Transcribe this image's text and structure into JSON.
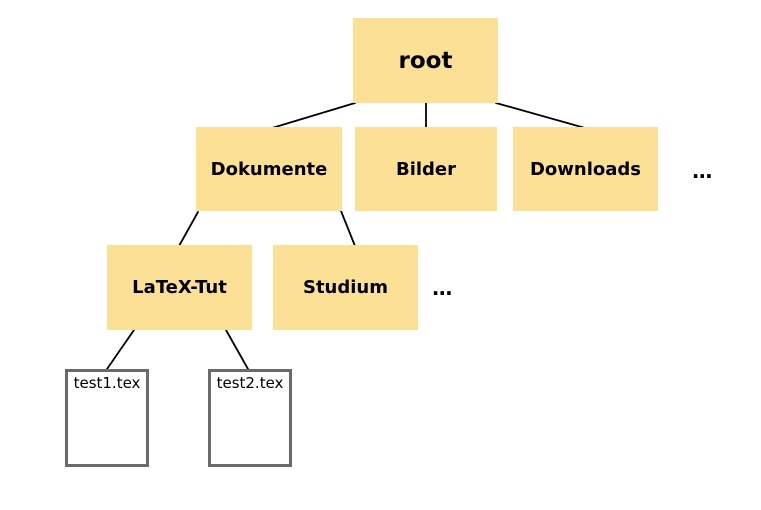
{
  "tree": {
    "root": {
      "label": "root"
    },
    "level1": {
      "nodes": [
        {
          "label": "Dokumente"
        },
        {
          "label": "Bilder"
        },
        {
          "label": "Downloads"
        }
      ],
      "ellipsis": "…"
    },
    "level2": {
      "nodes": [
        {
          "label": "LaTeX-Tut"
        },
        {
          "label": "Studium"
        }
      ],
      "ellipsis": "…"
    },
    "files": [
      {
        "label": "test1.tex"
      },
      {
        "label": "test2.tex"
      }
    ]
  },
  "colors": {
    "folder_fill": "#FCE096",
    "file_border": "#6a6a6a",
    "edge": "#000000",
    "background": "#ffffff",
    "text": "#000000"
  }
}
